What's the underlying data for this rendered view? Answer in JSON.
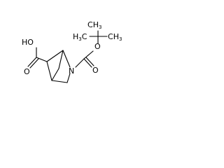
{
  "atoms": {
    "ho": "HO",
    "o_acid": "O",
    "o_ester": "O",
    "o_carbonyl": "O",
    "n": "N",
    "c1": "H",
    "c1_sub": "3",
    "c1_c": "C",
    "c2": "C",
    "c3": "H",
    "c3_sub": "3",
    "c3_c": "C"
  },
  "colors": {
    "bond": "#000000",
    "text": "#000000",
    "background": "#ffffff"
  }
}
